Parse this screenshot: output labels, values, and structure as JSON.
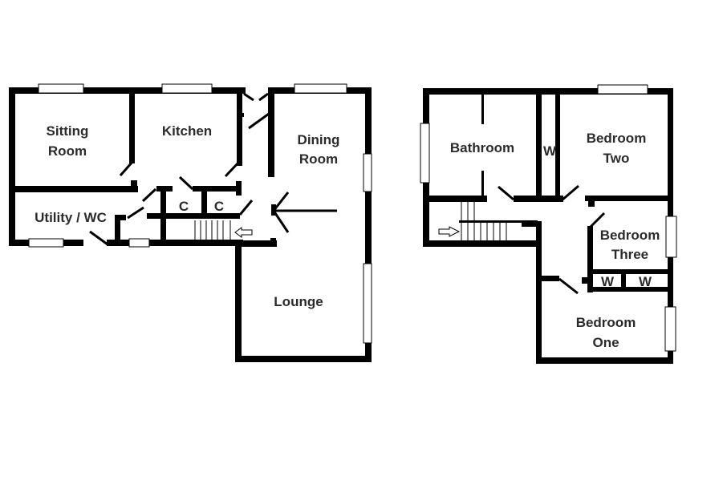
{
  "plans": [
    {
      "name": "ground-floor",
      "rooms": {
        "sitting_room": [
          "Sitting",
          "Room"
        ],
        "kitchen": "Kitchen",
        "dining_room": [
          "Dining",
          "Room"
        ],
        "utility": "Utility / WC",
        "cupboard_1": "C",
        "cupboard_2": "C",
        "lounge": "Lounge"
      }
    },
    {
      "name": "first-floor",
      "rooms": {
        "bathroom": "Bathroom",
        "wardrobe_1": "W",
        "bedroom_two": [
          "Bedroom",
          "Two"
        ],
        "bedroom_three": [
          "Bedroom",
          "Three"
        ],
        "wardrobe_2": "W",
        "wardrobe_3": "W",
        "bedroom_one": [
          "Bedroom",
          "One"
        ]
      }
    }
  ],
  "colors": {
    "wall": "#000000",
    "background": "#ffffff",
    "label": "#2b2b2b"
  }
}
